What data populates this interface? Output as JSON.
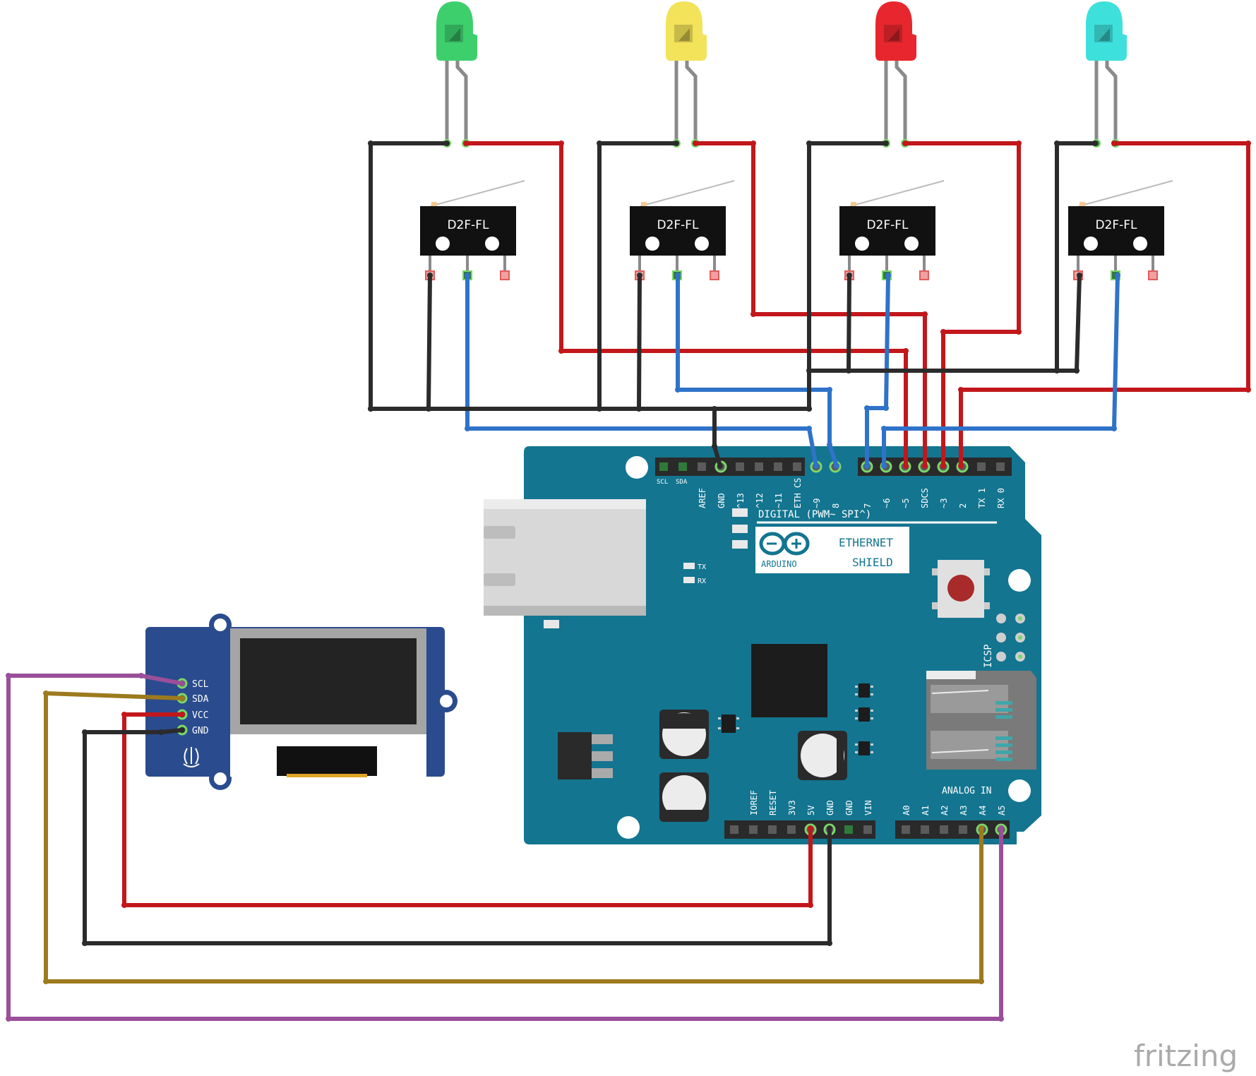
{
  "colors": {
    "wire_red": "#c2171b",
    "wire_black": "#2b2b2b",
    "wire_blue": "#2f73c9",
    "wire_purple": "#9a4f9a",
    "wire_olive": "#9c7a1e",
    "board_blue": "#137590",
    "oled_blue": "#2a4b8d",
    "led_green": "#3ecf6d",
    "led_yellow": "#f3e35a",
    "led_red": "#e8262d",
    "led_cyan": "#3ee0dc"
  },
  "switches": [
    {
      "label": "D2F-FL"
    },
    {
      "label": "D2F-FL"
    },
    {
      "label": "D2F-FL"
    },
    {
      "label": "D2F-FL"
    }
  ],
  "oled": {
    "pins": [
      "SCL",
      "SDA",
      "VCC",
      "GND"
    ]
  },
  "shield": {
    "digital_header_labels": [
      "SCL",
      "SDA",
      "AREF",
      "GND",
      "^13",
      "^12",
      "~11",
      "ETH CS",
      "~9",
      "8"
    ],
    "digital_header_labels_2": [
      "7",
      "~6",
      "~5",
      "SDCS",
      "~3",
      "2",
      "TX 1",
      "RX 0"
    ],
    "digital_caption": "DIGITAL (PWM~ SPI^)",
    "logo_text": "ARDUINO",
    "title_line1": "ETHERNET",
    "title_line2": "SHIELD",
    "tx_label": "TX",
    "rx_label": "RX",
    "icsp_label": "ICSP",
    "power_labels": [
      "IOREF",
      "RESET",
      "3V3",
      "5V",
      "GND",
      "GND",
      "VIN"
    ],
    "analog_caption": "ANALOG IN",
    "analog_labels": [
      "A0",
      "A1",
      "A2",
      "A3",
      "A4",
      "A5"
    ]
  },
  "watermark": "fritzing"
}
